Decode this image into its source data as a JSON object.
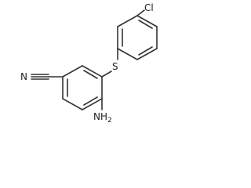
{
  "structure": {
    "atoms": {
      "nitrile_n": "N",
      "sulfur": "S",
      "amino": "NH",
      "amino_subscript": "2",
      "chlorine": "Cl"
    },
    "colors": {
      "bonds": "#333333",
      "labels": "#222222",
      "background": "#ffffff"
    }
  }
}
